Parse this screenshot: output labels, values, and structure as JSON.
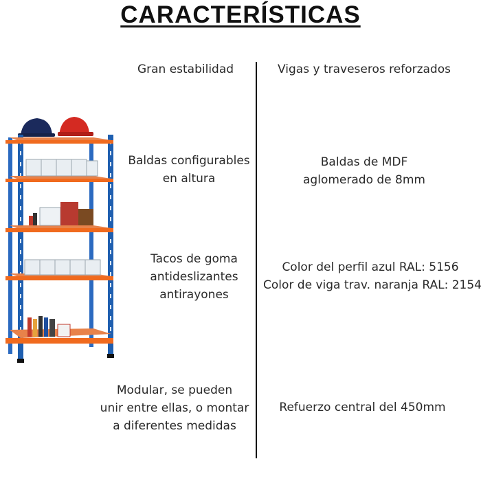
{
  "title": "CARACTERÍSTICAS",
  "features": {
    "left": [
      {
        "lines": [
          "Gran estabilidad"
        ]
      },
      {
        "lines": [
          "Baldas configurables",
          "en altura"
        ]
      },
      {
        "lines": [
          "Tacos de goma",
          "antideslizantes",
          "antirayones"
        ]
      },
      {
        "lines": [
          "Modular, se pueden",
          "unir entre ellas, o montar",
          "a diferentes medidas"
        ]
      }
    ],
    "right": [
      {
        "lines": [
          "Vigas y traveseros reforzados"
        ]
      },
      {
        "lines": [
          "Baldas de MDF",
          "aglomerado de 8mm"
        ]
      },
      {
        "lines": [
          "Color del perfil azul RAL: 5156",
          "Color de viga trav. naranja RAL: 2154"
        ]
      },
      {
        "lines": [
          "Refuerzo central del 450mm"
        ]
      }
    ]
  },
  "colors": {
    "profile_blue": "#1f5fb0",
    "beam_orange": "#f06a1e",
    "shelf_board": "#e8824a"
  }
}
